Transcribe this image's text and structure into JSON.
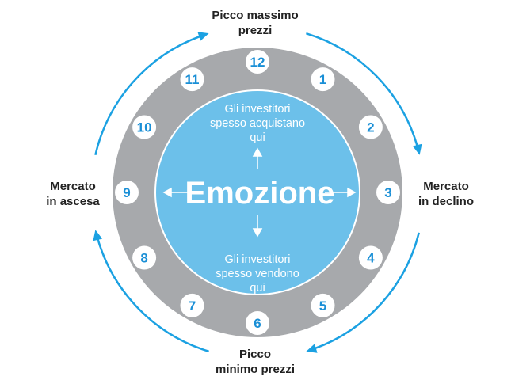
{
  "colors": {
    "ring": "#a7a9ac",
    "inner": "#6cc0ea",
    "accent": "#1ba1e2",
    "number": "#1a8fd6"
  },
  "labels": {
    "top": [
      "Picco massimo",
      "prezzi"
    ],
    "right": [
      "Mercato",
      "in declino"
    ],
    "bottom": [
      "Picco",
      "minimo prezzi"
    ],
    "left": [
      "Mercato",
      "in ascesa"
    ]
  },
  "center": {
    "title": "Emozione",
    "buy": [
      "Gli investitori",
      "spesso acquistano",
      "qui"
    ],
    "sell": [
      "Gli investitori",
      "spesso vendono",
      "qui"
    ]
  },
  "numbers": [
    "12",
    "1",
    "2",
    "3",
    "4",
    "5",
    "6",
    "7",
    "8",
    "9",
    "10",
    "11"
  ]
}
